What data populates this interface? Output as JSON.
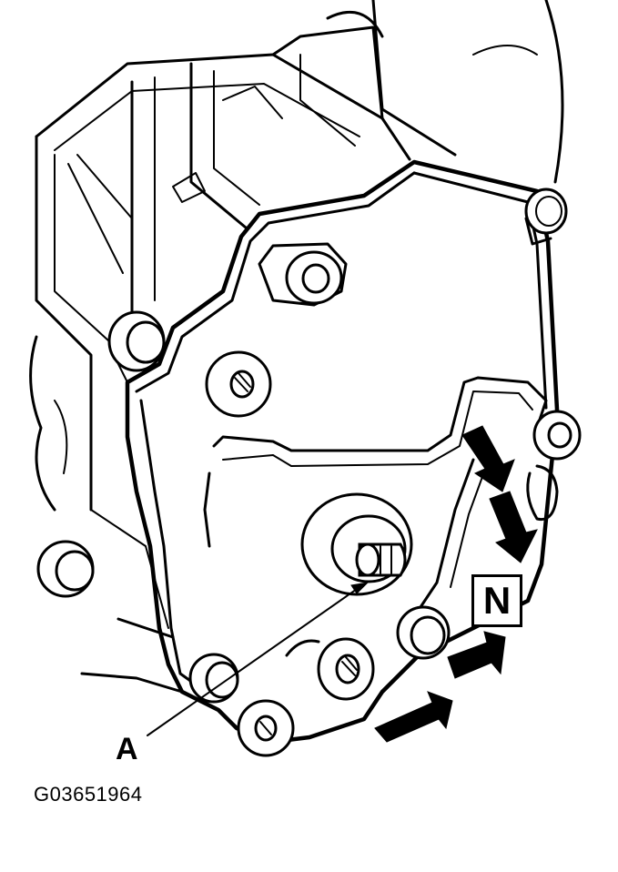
{
  "diagram": {
    "callout_a": "A",
    "callout_n": "N",
    "figure_id": "G03651964"
  },
  "colors": {
    "ink": "#000000",
    "paper": "#ffffff"
  }
}
